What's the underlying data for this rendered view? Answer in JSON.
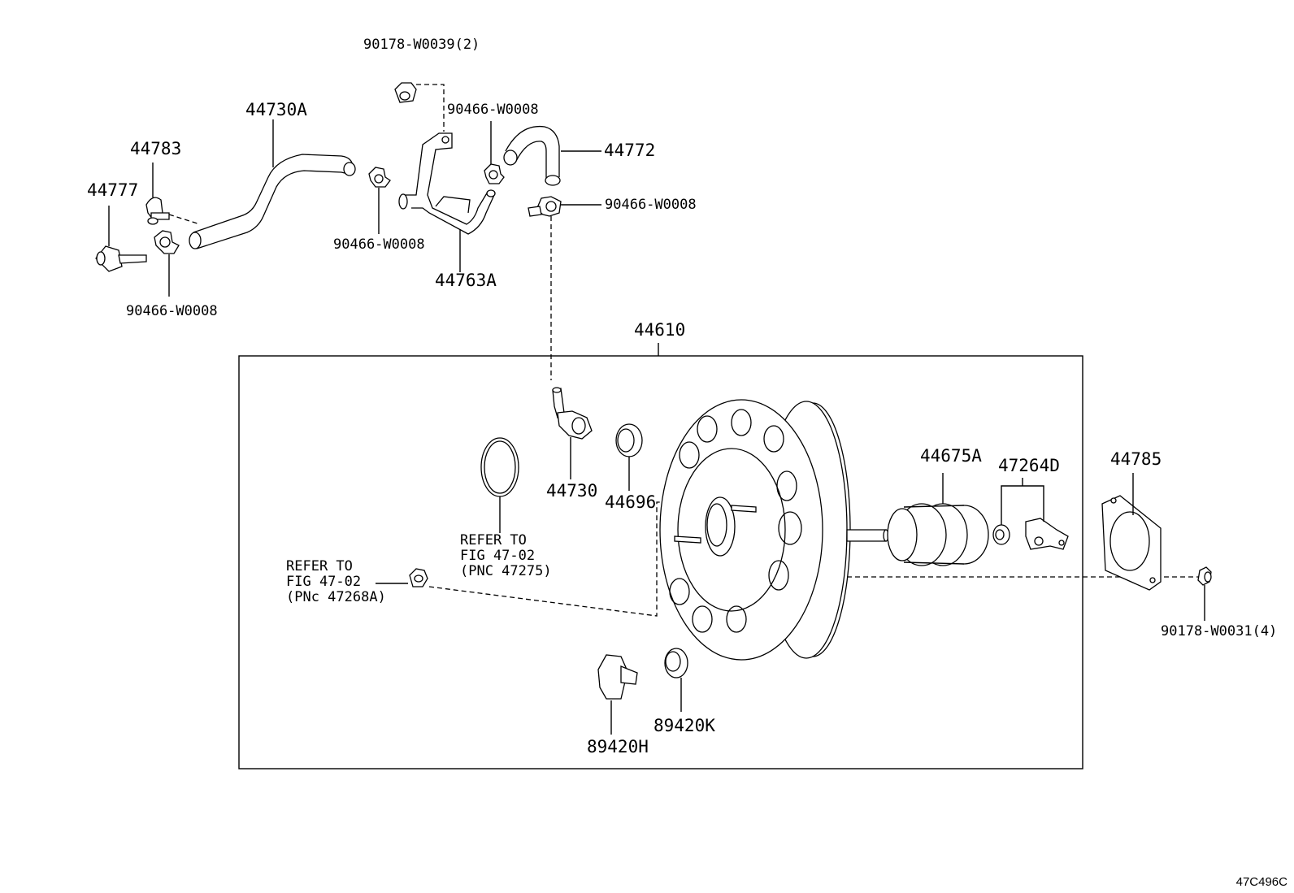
{
  "diagram_code": "47C496C",
  "labels": {
    "p90178_w0039": "90178-W0039(2)",
    "p90466_w0008_a": "90466-W0008",
    "p44730a": "44730A",
    "p44783": "44783",
    "p44777": "44777",
    "p44772": "44772",
    "p90466_w0008_b": "90466-W0008",
    "p90466_w0008_c": "90466-W0008",
    "p90466_w0008_d": "90466-W0008",
    "p44763a": "44763A",
    "p44610": "44610",
    "p44730": "44730",
    "p44696": "44696",
    "p44675a": "44675A",
    "p47264d": "47264D",
    "p44785": "44785",
    "p90178_w0031": "90178-W0031(4)",
    "p89420h": "89420H",
    "p89420k": "89420K"
  },
  "refer_a": {
    "line1": "REFER TO",
    "line2": "FIG 47-02",
    "line3": "(PNC 47275)"
  },
  "refer_b": {
    "line1": "REFER TO",
    "line2": "FIG 47-02",
    "line3": "(PNc 47268A)"
  }
}
